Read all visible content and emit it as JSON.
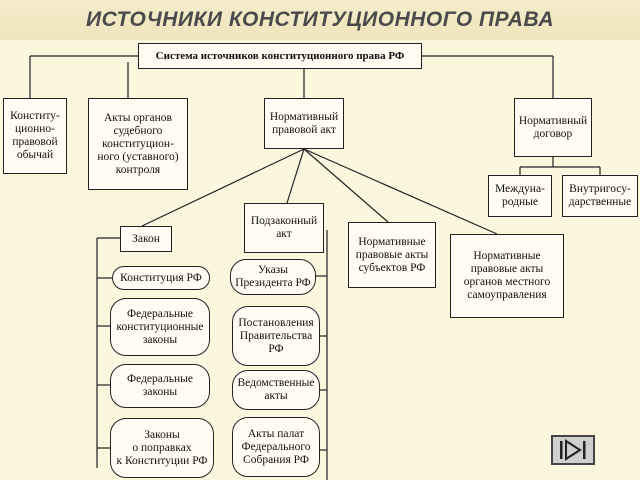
{
  "slide": {
    "title": "ИСТОЧНИКИ КОНСТИТУЦИОННОГО ПРАВА"
  },
  "diagram": {
    "root": "Система источников конституционного права РФ",
    "level1": [
      "Конститу-\nционно-\nправовой\nобычай",
      "Акты органов\nсудебного\nконституцион-\nного (уставного)\nконтроля",
      "Нормативный\nправовой акт",
      "Нормативный\nдоговор"
    ],
    "treaties": [
      "Междуна-\nродные",
      "Внутригосу-\nдарственные"
    ],
    "normative_acts": [
      "Закон",
      "Подзаконный\nакт",
      "Нормативные\nправовые акты\nсубъектов РФ",
      "Нормативные\nправовые акты\nорганов местного\nсамоуправления"
    ],
    "laws": [
      "Конституция РФ",
      "Федеральные\nконституционные\nзаконы",
      "Федеральные\nзаконы",
      "Законы\nо поправках\nк Конституции РФ"
    ],
    "bylaws": [
      "Указы\nПрезидента РФ",
      "Постановления\nПравительства\nРФ",
      "Ведомственные\nакты",
      "Акты палат\nФедерального\nСобрания РФ"
    ]
  },
  "nav": {
    "icon": "skip-to-end-icon"
  }
}
